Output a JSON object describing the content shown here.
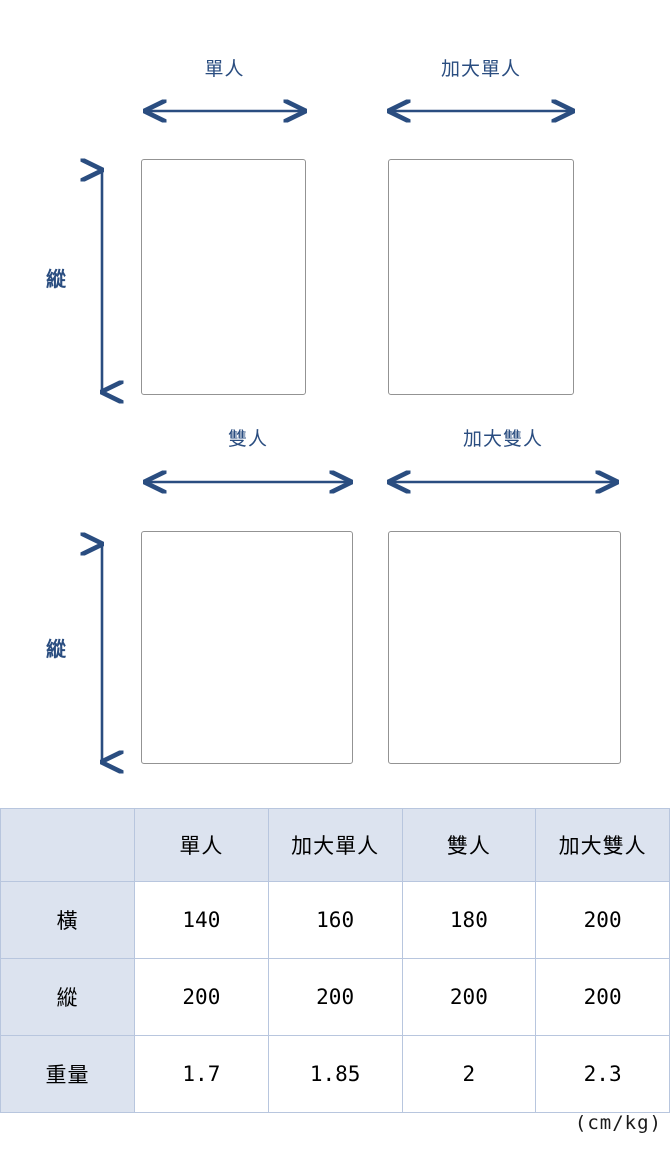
{
  "colors": {
    "arrow": "#2a4d80",
    "rect_border": "#939393",
    "table_header_fill": "#dce3ef",
    "table_border": "#b8c6de",
    "background": "#ffffff"
  },
  "diagram": {
    "vertical_label": "縱",
    "beds": [
      {
        "name": "單人",
        "width_label": "單人",
        "height_label": "縱"
      },
      {
        "name": "加大單人",
        "width_label": "加大單人",
        "height_label": "縱"
      },
      {
        "name": "雙人",
        "width_label": "雙人",
        "height_label": "縱"
      },
      {
        "name": "加大雙人",
        "width_label": "加大雙人",
        "height_label": "縱"
      }
    ],
    "labels": {
      "single": "單人",
      "single_xl": "加大單人",
      "double": "雙人",
      "double_xl": "加大雙人",
      "vertical_top": "縱",
      "vertical_bottom": "縱"
    }
  },
  "table": {
    "corner": "",
    "columns": [
      "單人",
      "加大單人",
      "雙人",
      "加大雙人"
    ],
    "rows": [
      {
        "label": "橫",
        "values": [
          "140",
          "160",
          "180",
          "200"
        ]
      },
      {
        "label": "縱",
        "values": [
          "200",
          "200",
          "200",
          "200"
        ]
      },
      {
        "label": "重量",
        "values": [
          "1.7",
          "1.85",
          "2",
          "2.3"
        ]
      }
    ],
    "unit_note": "(cm/kg)"
  },
  "chart_data": {
    "type": "table",
    "title": "",
    "categories": [
      "單人",
      "加大單人",
      "雙人",
      "加大雙人"
    ],
    "series": [
      {
        "name": "橫",
        "values": [
          140,
          160,
          180,
          200
        ],
        "unit": "cm"
      },
      {
        "name": "縱",
        "values": [
          200,
          200,
          200,
          200
        ],
        "unit": "cm"
      },
      {
        "name": "重量",
        "values": [
          1.7,
          1.85,
          2,
          2.3
        ],
        "unit": "kg"
      }
    ],
    "annotations": [
      "(cm/kg)"
    ]
  }
}
